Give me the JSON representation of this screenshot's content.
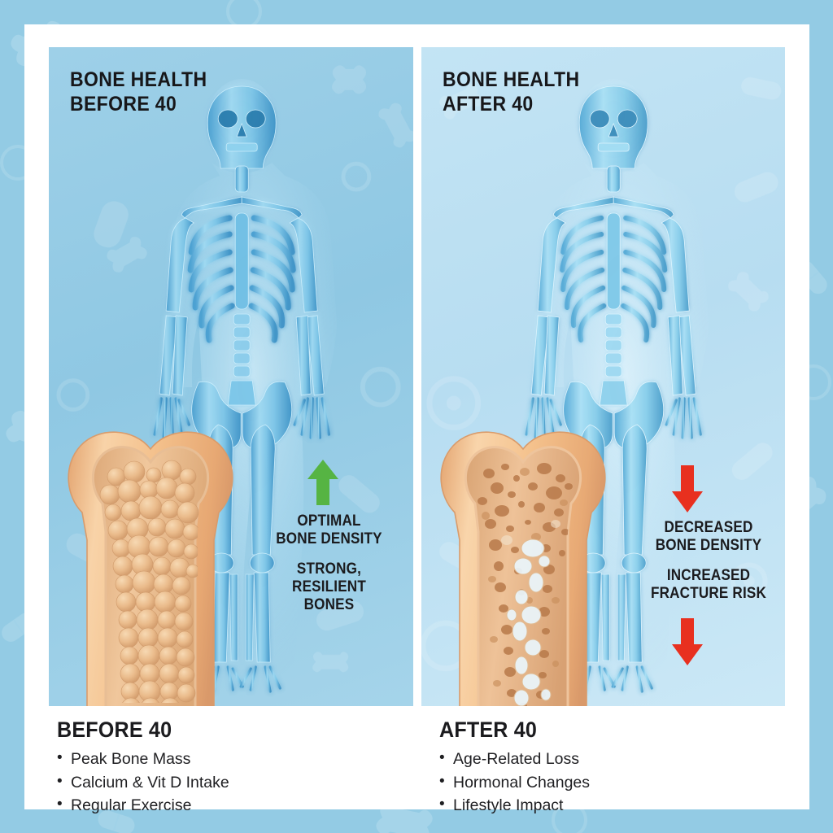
{
  "theme": {
    "outer_border_color": "#93cbe4",
    "card_color": "#ffffff",
    "panel_before_color": "#95cce6",
    "panel_after_color": "#bfe2f3",
    "heading_color": "#17171a",
    "arrow_up_color": "#56b443",
    "arrow_down_color": "#e8301f",
    "bone_cortex_color": "#f0b880",
    "bone_inner_color": "#dba878",
    "skeleton_color": "#5aa9d6"
  },
  "panels": [
    {
      "id": "before",
      "heading": "BONE HEALTH\nBEFORE 40",
      "arrow_icon": "arrow-up-icon",
      "arrow_color": "#56b443",
      "callout_primary": "OPTIMAL\nBONE DENSITY",
      "callout_secondary": "STRONG,\nRESILIENT\nBONES",
      "bone_state": "dense",
      "figure_alt": "x-ray skeleton full body"
    },
    {
      "id": "after",
      "heading": "BONE HEALTH\nAFTER 40",
      "arrow_icon": "arrow-down-icon",
      "arrow_color": "#e8301f",
      "callout_primary": "DECREASED\nBONE DENSITY",
      "callout_secondary": "INCREASED\nFRACTURE RISK",
      "bone_state": "porous",
      "figure_alt": "x-ray skeleton full body"
    }
  ],
  "captions": [
    {
      "title": "BEFORE 40",
      "bullet_glyph": "•",
      "items": [
        "Peak Bone Mass",
        "Calcium & Vit D Intake",
        "Regular Exercise"
      ]
    },
    {
      "title": "AFTER 40",
      "bullet_glyph": "•",
      "items": [
        "Age-Related Loss",
        "Hormonal Changes",
        "Lifestyle Impact"
      ]
    }
  ]
}
